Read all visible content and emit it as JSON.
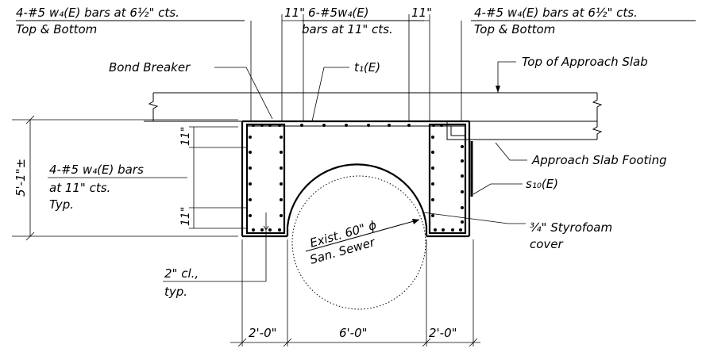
{
  "labels": {
    "rebar_left_line1": "4-#5 w₄(E) bars at 6½\" cts.",
    "rebar_left_line2": "Top & Bottom",
    "rebar_mid_dim_left": "11\"",
    "rebar_mid_line1": "6-#5w₄(E)",
    "rebar_mid_dim_right": "11\"",
    "rebar_mid_line2": "bars at 11\" cts.",
    "rebar_right_line1": "4-#5 w₄(E) bars at 6½\" cts.",
    "rebar_right_line2": "Top & Bottom",
    "bond_breaker": "Bond Breaker",
    "t1": "t₁(E)",
    "top_approach_slab": "Top of Approach Slab",
    "approach_slab_footing": "Approach Slab Footing",
    "s10": "s₁₀(E)",
    "styrofoam_line1": "¾\" Styrofoam",
    "styrofoam_line2": "cover",
    "side_bars_line1": "4-#5 w₄(E) bars",
    "side_bars_line2": "at 11\" cts.",
    "side_bars_line3": "Typ.",
    "cover_line1": "2\" cl.,",
    "cover_line2": "typ.",
    "height_dim": "5'-1\"±",
    "dim_11_top": "11\"",
    "dim_11_bottom": "11\"",
    "sewer_line1": "Exist. 60\" ϕ",
    "sewer_line2": "San. Sewer",
    "dim_left_leg": "2'-0\"",
    "dim_opening": "6'-0\"",
    "dim_right_leg": "2'-0\""
  }
}
